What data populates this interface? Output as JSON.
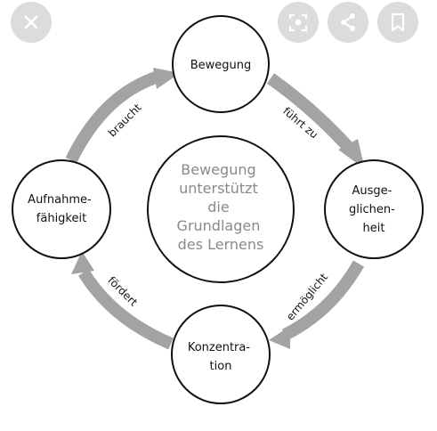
{
  "ui": {
    "close_icon": "close-icon",
    "lens_icon": "lens-icon",
    "share_icon": "share-icon",
    "bookmark_icon": "bookmark-icon",
    "button_color": "#dcdcdc",
    "icon_color": "#ffffff"
  },
  "diagram": {
    "center_text": [
      "Bewegung",
      "unterstützt",
      "die",
      "Grundlagen",
      "des Lernens"
    ],
    "center_text_color": "#8a8a8a",
    "arrow_color": "#a3a3a3",
    "nodes": {
      "top": [
        "Bewegung"
      ],
      "right": [
        "Ausge-",
        "glichen-",
        "heit"
      ],
      "bottom": [
        "Konzentra-",
        "tion"
      ],
      "left": [
        "Aufnahme-",
        "fähigkeit"
      ]
    },
    "edge_labels": {
      "top_right": "führt zu",
      "right_bottom": "ermöglicht",
      "bottom_left": "fördert",
      "left_top": "braucht"
    }
  }
}
